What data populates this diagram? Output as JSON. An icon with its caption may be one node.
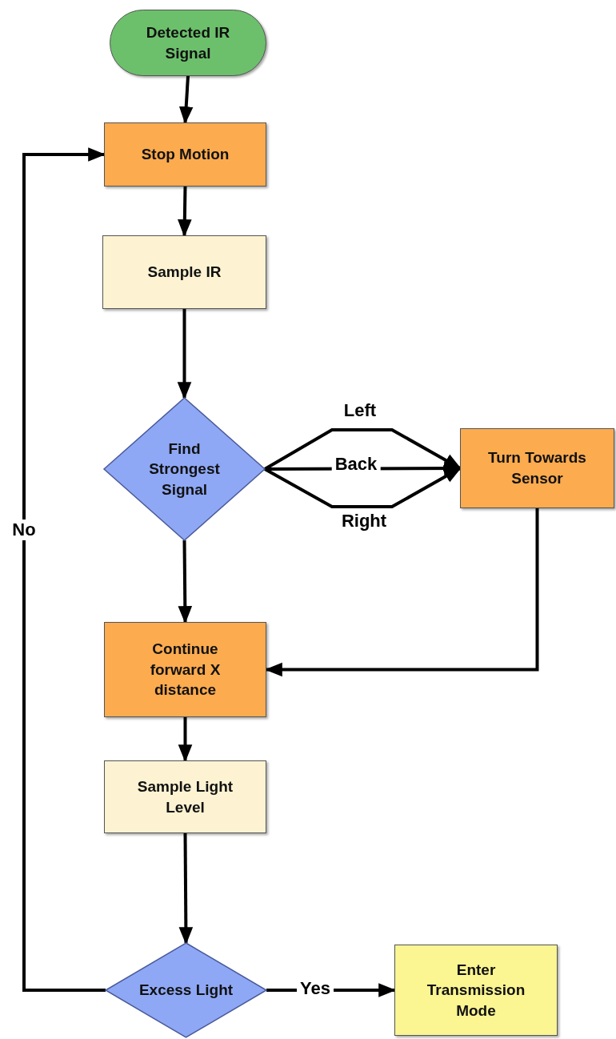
{
  "diagram": {
    "nodes": [
      {
        "text": [
          "Detected IR Signal"
        ]
      },
      {
        "text": [
          "Stop Motion"
        ]
      },
      {
        "text": [
          "Sample IR"
        ]
      },
      {
        "text": [
          "Find Strongest Signal"
        ]
      },
      {
        "text": [
          "Turn Towards Sensor"
        ]
      },
      {
        "text": [
          "Continue forward X distance"
        ]
      },
      {
        "text": [
          "Sample Light Level"
        ]
      },
      {
        "text": [
          "Excess Light"
        ]
      },
      {
        "text": [
          "Enter Transmission Mode"
        ]
      }
    ],
    "edges": [
      {
        "from": 0,
        "to": 1,
        "arrow": "to"
      },
      {
        "from": 1,
        "to": 2,
        "arrow": "to"
      },
      {
        "from": 2,
        "to": 3,
        "arrow": "to"
      },
      {
        "from": 3,
        "to": 4,
        "arrow": "to",
        "label": "Left"
      },
      {
        "from": 3,
        "to": 4,
        "arrow": "to",
        "label": "Back"
      },
      {
        "from": 3,
        "to": 4,
        "arrow": "to",
        "label": "Right"
      },
      {
        "from": 3,
        "to": 5,
        "arrow": "to"
      },
      {
        "from": 4,
        "to": 5,
        "arrow": "to"
      },
      {
        "from": 5,
        "to": 6,
        "arrow": "to"
      },
      {
        "from": 6,
        "to": 7,
        "arrow": "to"
      },
      {
        "from": 7,
        "to": 8,
        "arrow": "to",
        "label": "Yes"
      },
      {
        "from": 7,
        "to": 1,
        "arrow": "to",
        "label": "No"
      }
    ]
  }
}
